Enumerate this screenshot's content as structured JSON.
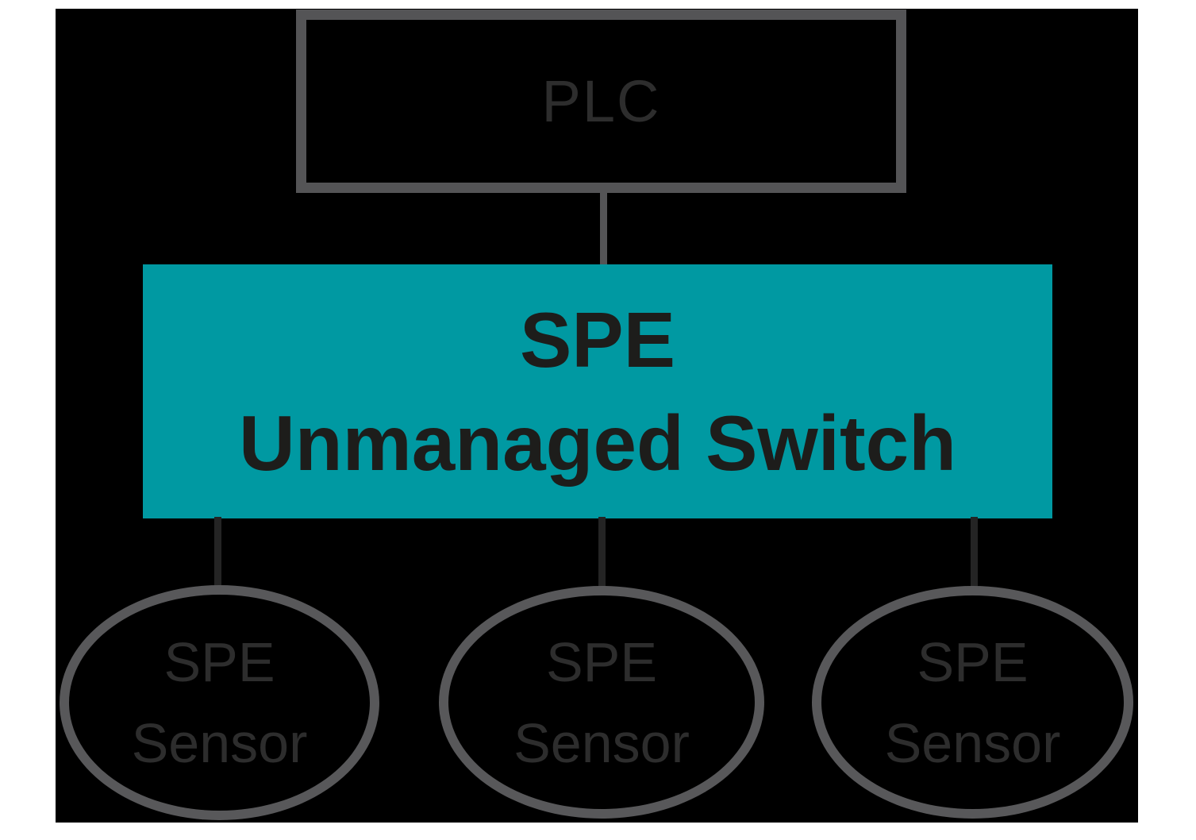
{
  "diagram": {
    "plc": {
      "label": "PLC"
    },
    "switch": {
      "label_line1": "SPE",
      "label_line2": "Unmanaged Switch"
    },
    "sensors": [
      {
        "label_line1": "SPE",
        "label_line2": "Sensor"
      },
      {
        "label_line1": "SPE",
        "label_line2": "Sensor"
      },
      {
        "label_line1": "SPE",
        "label_line2": "Sensor"
      }
    ]
  },
  "colors": {
    "page_background": "#ffffff",
    "figure_background": "#000000",
    "plc_border": "#545456",
    "plc_text": "#2d2d2d",
    "switch_fill": "#0099a2",
    "switch_text": "#1d1d1b",
    "sensor_stroke": "#58585a",
    "sensor_text": "#2d2d2d",
    "connector_top": "#545456",
    "connector_bottom": "#242424"
  }
}
